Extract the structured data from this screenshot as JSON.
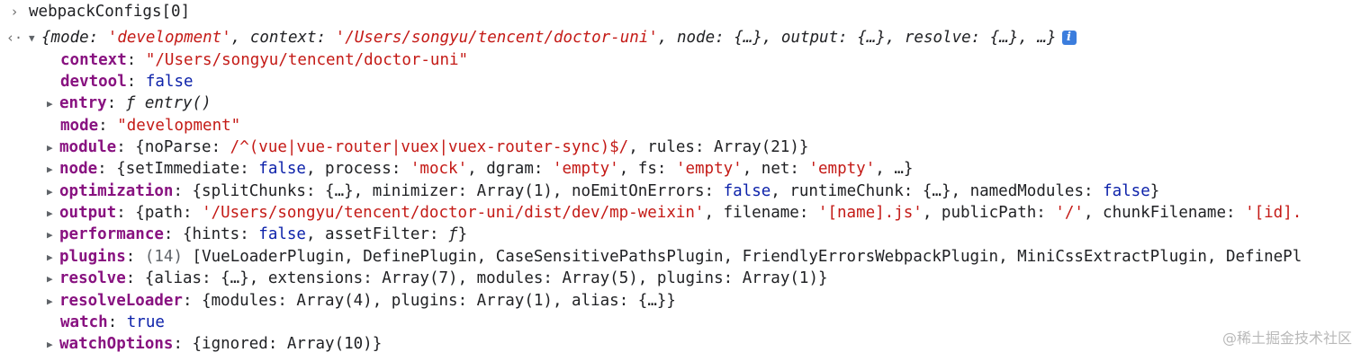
{
  "console": {
    "prompt_symbol": "›",
    "result_symbol": "‹·",
    "input": "webpackConfigs[0]",
    "summary": {
      "open": "{",
      "entries": [
        {
          "k": "mode",
          "v": "'development'"
        },
        {
          "k": "context",
          "v": "'/Users/songyu/tencent/doctor-uni'"
        },
        {
          "k": "node",
          "v": "{…}"
        },
        {
          "k": "output",
          "v": "{…}"
        },
        {
          "k": "resolve",
          "v": "{…}"
        }
      ],
      "tail": ", …}",
      "info_badge": "i"
    },
    "props": {
      "context": {
        "key": "context",
        "value": "\"/Users/songyu/tencent/doctor-uni\""
      },
      "devtool": {
        "key": "devtool",
        "value": "false"
      },
      "entry": {
        "key": "entry",
        "prefix": "ƒ",
        "value": "entry()"
      },
      "mode": {
        "key": "mode",
        "value": "\"development\""
      },
      "module": {
        "key": "module",
        "noParse_key": "noParse",
        "noParse_val": "/^(vue|vue-router|vuex|vuex-router-sync)$/",
        "rules_key": "rules",
        "rules_val": "Array(21)"
      },
      "node": {
        "key": "node",
        "setImmediate_key": "setImmediate",
        "setImmediate_val": "false",
        "process_key": "process",
        "process_val": "'mock'",
        "dgram_key": "dgram",
        "dgram_val": "'empty'",
        "fs_key": "fs",
        "fs_val": "'empty'",
        "net_key": "net",
        "net_val": "'empty'"
      },
      "optimization": {
        "key": "optimization",
        "splitChunks_key": "splitChunks",
        "splitChunks_val": "{…}",
        "minimizer_key": "minimizer",
        "minimizer_val": "Array(1)",
        "noEmit_key": "noEmitOnErrors",
        "noEmit_val": "false",
        "runtimeChunk_key": "runtimeChunk",
        "runtimeChunk_val": "{…}",
        "namedModules_key": "namedModules",
        "namedModules_val": "false"
      },
      "output": {
        "key": "output",
        "path_key": "path",
        "path_val": "'/Users/songyu/tencent/doctor-uni/dist/dev/mp-weixin'",
        "filename_key": "filename",
        "filename_val": "'[name].js'",
        "publicPath_key": "publicPath",
        "publicPath_val": "'/'",
        "chunkFilename_key": "chunkFilename",
        "chunkFilename_val": "'[id]."
      },
      "performance": {
        "key": "performance",
        "hints_key": "hints",
        "hints_val": "false",
        "assetFilter_key": "assetFilter",
        "assetFilter_val": "ƒ"
      },
      "plugins": {
        "key": "plugins",
        "count": "(14)",
        "value": "[VueLoaderPlugin, DefinePlugin, CaseSensitivePathsPlugin, FriendlyErrorsWebpackPlugin, MiniCssExtractPlugin, DefinePl"
      },
      "resolve": {
        "key": "resolve",
        "alias_key": "alias",
        "alias_val": "{…}",
        "extensions_key": "extensions",
        "extensions_val": "Array(7)",
        "modules_key": "modules",
        "modules_val": "Array(5)",
        "plugins_key": "plugins",
        "plugins_val": "Array(1)"
      },
      "resolveLoader": {
        "key": "resolveLoader",
        "modules_key": "modules",
        "modules_val": "Array(4)",
        "plugins_key": "plugins",
        "plugins_val": "Array(1)",
        "alias_key": "alias",
        "alias_val": "{…}"
      },
      "watch": {
        "key": "watch",
        "value": "true"
      },
      "watchOptions": {
        "key": "watchOptions",
        "ignored_key": "ignored",
        "ignored_val": "Array(10)"
      }
    }
  },
  "watermark": "@稀土掘金技术社区",
  "colors": {
    "key": "#881280",
    "string": "#c41a16",
    "keyword": "#0d22aa",
    "badge": "#3b7ddd"
  }
}
